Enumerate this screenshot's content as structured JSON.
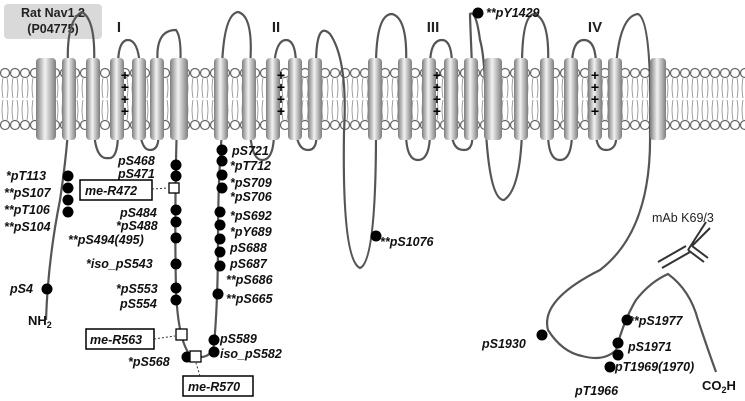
{
  "title": {
    "line1": "Rat Nav1.2",
    "line2": "(P04775)"
  },
  "domains": [
    "I",
    "II",
    "III",
    "IV"
  ],
  "charge": "+",
  "antibody": "mAb K69/3",
  "termini": {
    "n": "NH",
    "n_sub": "2",
    "c": "CO",
    "c_sub": "2",
    "c_end": "H"
  },
  "sites": {
    "nterm": [
      "*pT113",
      "**pS107",
      "**pT106",
      "**pS104",
      "pS4"
    ],
    "loop1_upper": [
      "pS468",
      "pS471"
    ],
    "loop1_mid": [
      "pS484",
      "*pS488",
      "**pS494(495)",
      "*iso_pS543",
      "*pS553",
      "pS554",
      "*pS568"
    ],
    "loop1_right": [
      "pS721",
      "*pT712",
      "*pS709",
      "*pS706",
      "*pS692",
      "*pY689",
      "pS688",
      "pS687",
      "**pS686",
      "**pS665",
      "pS589",
      "iso_pS582"
    ],
    "loop2": [
      "**pS1076"
    ],
    "loop3": [
      "**pY1429"
    ],
    "cterm": [
      "**pS1977",
      "pS1971",
      "pT1969(1970)",
      "pS1930",
      "pT1966"
    ]
  },
  "methyl": [
    "me-R472",
    "me-R563",
    "me-R570"
  ],
  "colors": {
    "helix_light": "#eeeeee",
    "helix_dark": "#8f8f8f",
    "line": "#555555",
    "dot": "#000000",
    "title_bg": "#d9d9d9"
  }
}
